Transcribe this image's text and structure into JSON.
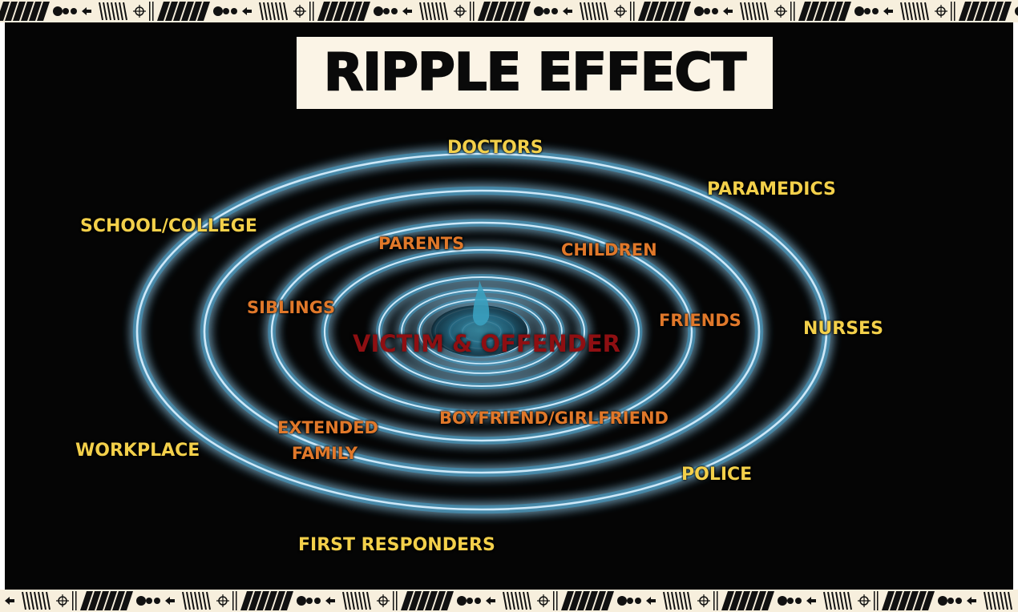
{
  "title": "RIPPLE EFFECT",
  "colors": {
    "outer_ring_label": "#f3d04a",
    "inner_ring_label": "#e0782a",
    "center_label": "#8e0f12",
    "ring_stroke": "#cfe8f8",
    "ring_glow": "#2f9ecb",
    "background": "#050505",
    "title_box": "#fbf4e6"
  },
  "center": {
    "label": "VICTIM & OFFENDER"
  },
  "inner_labels": {
    "parents": "PARENTS",
    "children": "CHILDREN",
    "siblings": "SIBLINGS",
    "friends": "FRIENDS",
    "extended_family": "EXTENDED FAMILY",
    "boyfriend_girlfriend": "BOYFRIEND/GIRLFRIEND"
  },
  "outer_labels": {
    "doctors": "DOCTORS",
    "paramedics": "PARAMEDICS",
    "school_college": "SCHOOL/COLLEGE",
    "nurses": "NURSES",
    "workplace": "WORKPLACE",
    "police": "POLICE",
    "first_responders": "FIRST RESPONDERS"
  },
  "border_pattern": {
    "icons": [
      "stripes-icon",
      "dots-icon",
      "arrow-icon",
      "cross-icon",
      "crosshair-icon",
      "lines-icon"
    ]
  }
}
